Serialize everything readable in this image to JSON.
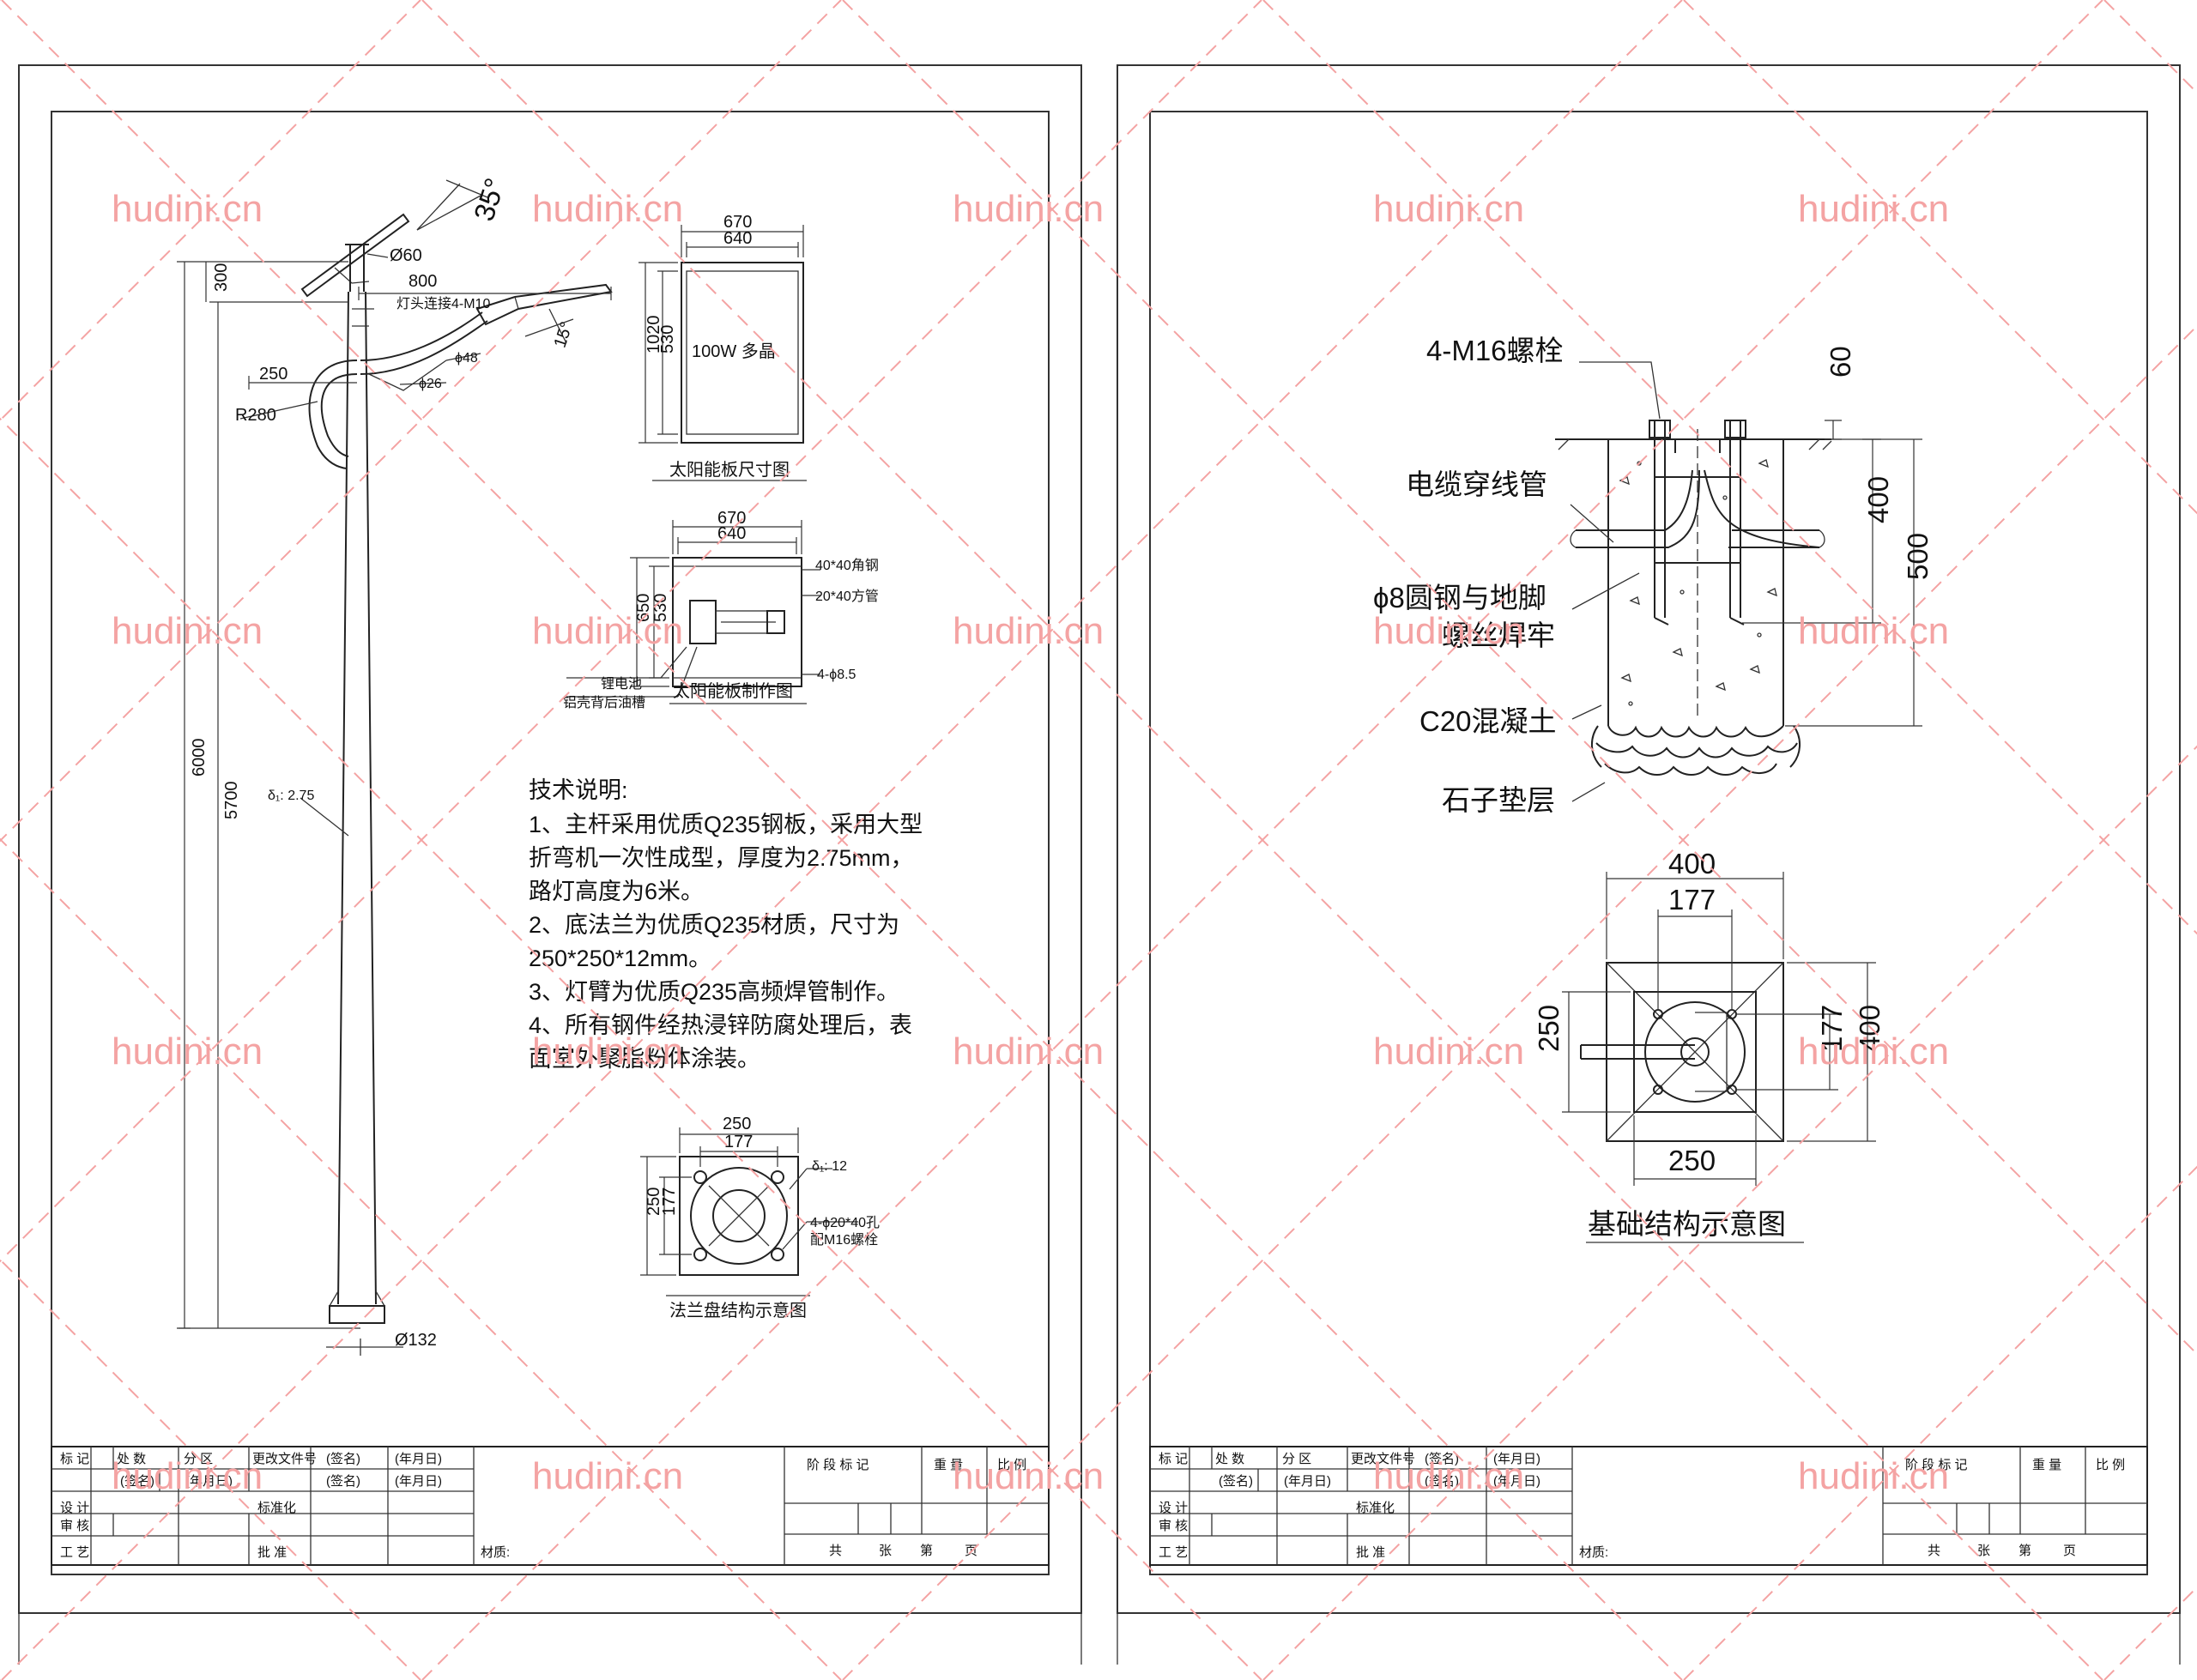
{
  "watermark": "hudini.cn",
  "left_sheet": {
    "pole": {
      "angle_top": "35°",
      "angle_arm": "15°",
      "dia_top": "Ø60",
      "dim_arm": "800",
      "head_note": "灯头连接4-M10",
      "dim_300": "300",
      "dia_48": "ϕ48",
      "dim_250": "250",
      "dia_26": "ϕ26",
      "radius": "R280",
      "height_total": "6000",
      "height_pole": "5700",
      "thickness": "δ₁: 2.75",
      "dia_base": "Ø132"
    },
    "panel_size": {
      "w_outer": "670",
      "w_inner": "640",
      "h_outer": "1020",
      "h_inner": "530",
      "spec": "100W  多晶",
      "caption": "太阳能板尺寸图"
    },
    "panel_make": {
      "w_outer": "670",
      "w_inner": "640",
      "h_outer": "650",
      "h_inner": "530",
      "note_angle": "40*40角钢",
      "note_tube": "20*40方管",
      "note_hole": "4-ϕ8.5",
      "note_lock": "锂电池",
      "note_back": "铝壳背后油槽",
      "caption": "太阳能板制作图"
    },
    "tech": {
      "title": "技术说明:",
      "lines": [
        "1、主杆采用优质Q235钢板，采用大型",
        "折弯机一次性成型，厚度为2.75mm，",
        "路灯高度为6米。",
        "2、底法兰为优质Q235材质，尺寸为",
        "250*250*12mm。",
        "3、灯臂为优质Q235高频焊管制作。",
        "4、所有钢件经热浸锌防腐处理后，表",
        "面室外聚脂粉体涂装。"
      ]
    },
    "flange": {
      "w_outer": "250",
      "w_inner": "177",
      "h_outer": "250",
      "h_inner": "177",
      "thickness": "δ₁: 12",
      "note_hole": "4-ϕ20*40孔",
      "note_bolt": "配M16螺栓",
      "caption": "法兰盘结构示意图"
    },
    "title_block": {
      "r1": [
        "标 记",
        "处 数",
        "分 区",
        "更改文件号",
        "(签名)",
        "(年月日)"
      ],
      "r1_right": [
        "阶 段 标 记",
        "重 量",
        "比 例"
      ],
      "r2": [
        "设 计",
        "(签名)",
        "(年月日)",
        "标准化",
        "(签名)",
        "(年月日)"
      ],
      "r3": [
        "审 核"
      ],
      "r4": [
        "工 艺",
        "批 准"
      ],
      "material": "材质:",
      "sheet_info": [
        "共",
        "张",
        "第",
        "页"
      ]
    }
  },
  "right_sheet": {
    "foundation": {
      "bolt": "4-M16螺栓",
      "dim_60": "60",
      "cable": "电缆穿线管",
      "dim_400": "400",
      "dim_500": "500",
      "rebar_1": "ϕ8圆钢与地脚",
      "rebar_2": "螺丝焊牢",
      "concrete": "C20混凝土",
      "gravel": "石子垫层"
    },
    "plan": {
      "w_outer": "400",
      "w_inner": "177",
      "h_left": "250",
      "h_inner": "177",
      "h_outer": "400",
      "w_bottom": "250",
      "caption": "基础结构示意图"
    },
    "title_block": {
      "r1": [
        "标 记",
        "处 数",
        "分 区",
        "更改文件号",
        "(签名)",
        "(年月日)"
      ],
      "r1_right": [
        "阶 段 标 记",
        "重 量",
        "比 例"
      ],
      "r2": [
        "设 计",
        "(签名)",
        "(年月日)",
        "标准化",
        "(签名)",
        "(年月日)"
      ],
      "r3": [
        "审 核"
      ],
      "r4": [
        "工 艺",
        "批 准"
      ],
      "material": "材质:",
      "sheet_info": [
        "共",
        "张",
        "第",
        "页"
      ]
    }
  }
}
